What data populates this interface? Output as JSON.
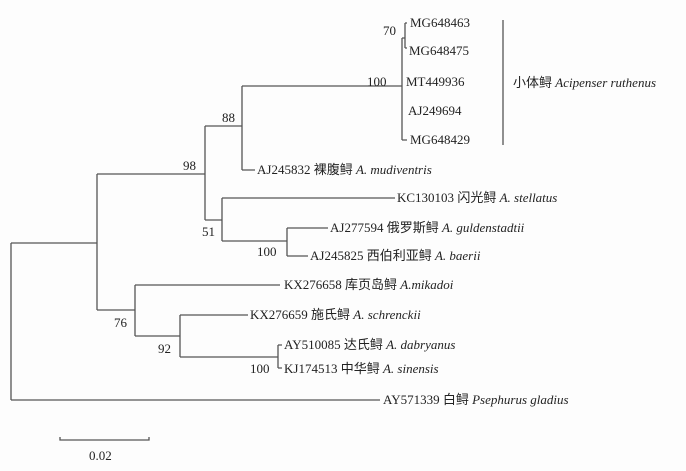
{
  "tree": {
    "clade_ruthenus": {
      "taxa": [
        "MG648463",
        "MG648475",
        "MT449936",
        "AJ249694",
        "MG648429"
      ],
      "label_cn": "小体鲟",
      "label_latin": "Acipenser ruthenus",
      "bootstrap_outer": "100",
      "bootstrap_inner": "70"
    },
    "leaves": [
      {
        "acc": "AJ245832",
        "cn": "裸腹鲟",
        "latin": "A. mudiventris"
      },
      {
        "acc": "KC130103",
        "cn": "闪光鲟",
        "latin": "A. stellatus"
      },
      {
        "acc": "AJ277594",
        "cn": "俄罗斯鲟",
        "latin": "A. guldenstadtii"
      },
      {
        "acc": "AJ245825",
        "cn": "西伯利亚鲟",
        "latin": "A. baerii"
      },
      {
        "acc": "KX276658",
        "cn": "库页岛鲟",
        "latin": "A.mikadoi"
      },
      {
        "acc": "KX276659",
        "cn": "施氏鲟",
        "latin": "A. schrenckii"
      },
      {
        "acc": "AY510085",
        "cn": "达氏鲟",
        "latin": "A. dabryanus"
      },
      {
        "acc": "KJ174513",
        "cn": "中华鲟",
        "latin": "A. sinensis"
      },
      {
        "acc": "AY571339",
        "cn": "白鲟",
        "latin": "Psephurus gladius"
      }
    ],
    "bootstraps": {
      "n88": "88",
      "n98": "98",
      "n51": "51",
      "n100b": "100",
      "n76": "76",
      "n92": "92",
      "n100d": "100"
    },
    "scale_bar": "0.02"
  }
}
